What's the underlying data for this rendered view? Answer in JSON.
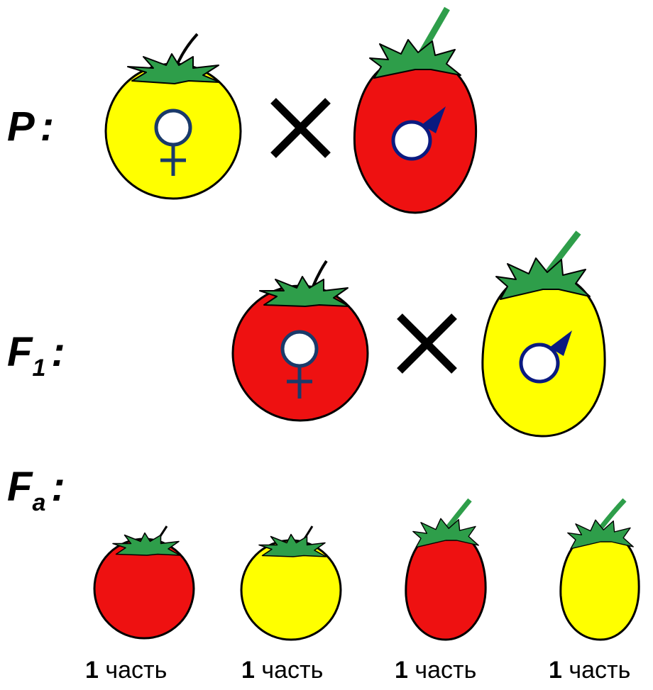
{
  "rows": {
    "parents": {
      "letter": "P",
      "subscript": "",
      "colon": ":"
    },
    "f1": {
      "letter": "F",
      "subscript": "1",
      "colon": ":"
    },
    "fa": {
      "letter": "F",
      "subscript": "a",
      "colon": ":"
    }
  },
  "ratios": [
    {
      "number": "1",
      "word": "часть"
    },
    {
      "number": "1",
      "word": "часть"
    },
    {
      "number": "1",
      "word": "часть"
    },
    {
      "number": "1",
      "word": "часть"
    }
  ],
  "colors": {
    "red_fruit": "#ee1111",
    "yellow_fruit": "#ffff00",
    "leaves": "#2e9e4a",
    "symbol_stroke": "#1a3a6a",
    "male_symbol": "#0a1a80"
  }
}
